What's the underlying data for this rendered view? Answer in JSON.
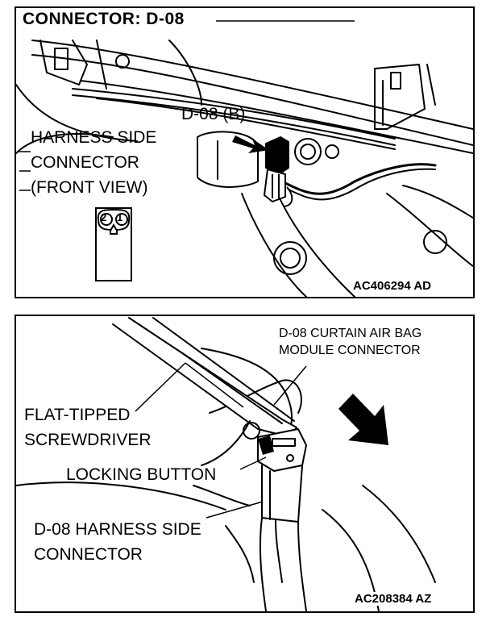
{
  "panel1": {
    "title": "CONNECTOR: D-08",
    "connector_label": "D-08 (B)",
    "harness_label": {
      "line1": "HARNESS SIDE",
      "line2": "CONNECTOR",
      "line3": "(FRONT VIEW)"
    },
    "pins": [
      "2",
      "1"
    ],
    "figure_code": "AC406294 AD"
  },
  "panel2": {
    "module_label": {
      "line1": "D-08 CURTAIN AIR BAG",
      "line2": "MODULE CONNECTOR"
    },
    "tool_label": {
      "line1": "FLAT-TIPPED",
      "line2": "SCREWDRIVER"
    },
    "button_label": "LOCKING BUTTON",
    "harness_label": {
      "line1": "D-08 HARNESS SIDE",
      "line2": "CONNECTOR"
    },
    "figure_code": "AC208384 AZ"
  }
}
